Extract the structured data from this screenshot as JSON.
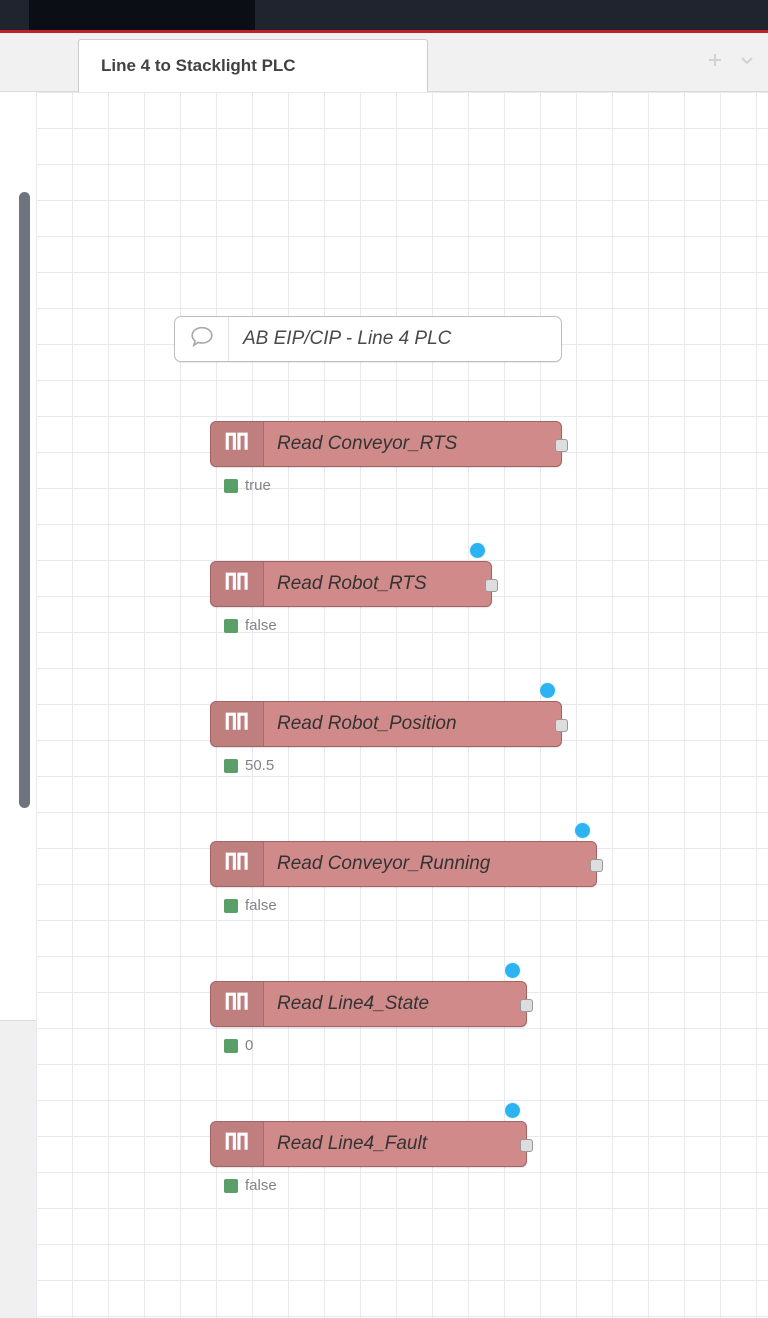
{
  "header": {
    "accent_color": "#bf2128"
  },
  "tabs": {
    "active_label": "Line 4 to Stacklight PLC"
  },
  "canvas": {
    "comment_node": {
      "label": "AB EIP/CIP - Line 4 PLC"
    },
    "nodes": [
      {
        "label": "Read Conveyor_RTS",
        "status": "true",
        "modified": false
      },
      {
        "label": "Read Robot_RTS",
        "status": "false",
        "modified": true
      },
      {
        "label": "Read Robot_Position",
        "status": "50.5",
        "modified": true
      },
      {
        "label": "Read Conveyor_Running",
        "status": "false",
        "modified": true
      },
      {
        "label": "Read Line4_State",
        "status": "0",
        "modified": true
      },
      {
        "label": "Read Line4_Fault",
        "status": "false",
        "modified": true
      }
    ],
    "colors": {
      "node_fill": "#d08a8a",
      "node_border": "#a26363",
      "status_green": "#5a9e68",
      "modified_blue": "#2bb3f2",
      "port_gray": "#dddddd"
    }
  }
}
